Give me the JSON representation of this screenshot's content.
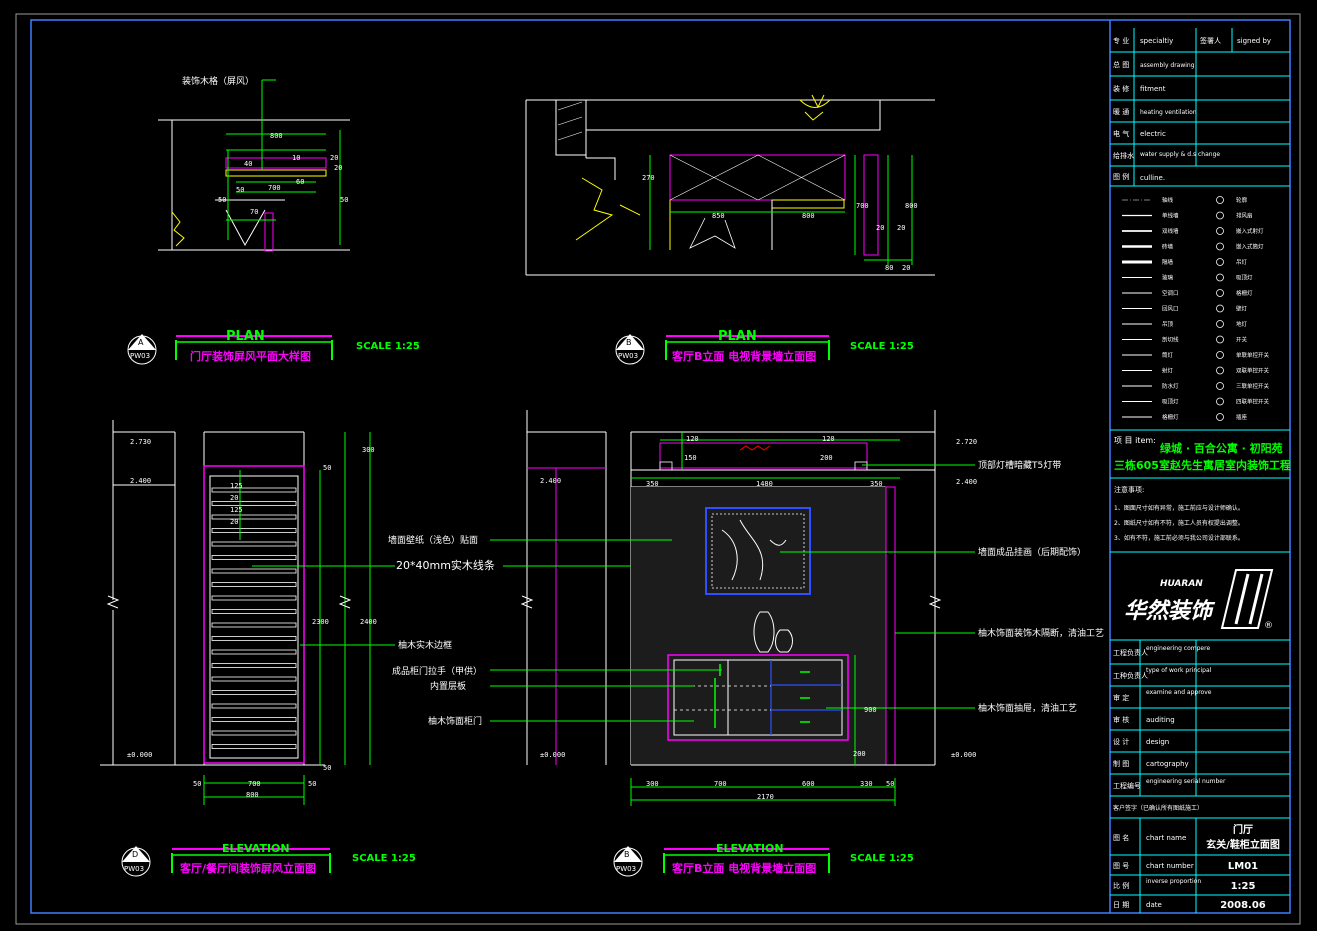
{
  "colors": {
    "frame": "#3d7fff",
    "cyan": "#00ffff",
    "green": "#00ff00",
    "yellow": "#ffff00",
    "magenta": "#ff00ff",
    "white": "#ffffff",
    "red": "#ff0000",
    "blue": "#3050ff",
    "gray": "#9a9a9a"
  },
  "views": {
    "a": {
      "letter": "A",
      "sheet": "PW03",
      "kind": "PLAN",
      "scale": "SCALE 1:25",
      "title": "门厅装饰屏风平面大样图",
      "callout": "装饰木格（屏风）",
      "dims": [
        "800",
        "10",
        "700",
        "40",
        "20",
        "50",
        "50",
        "20",
        "60",
        "70",
        "50"
      ]
    },
    "b1": {
      "letter": "B",
      "sheet": "PW03",
      "kind": "PLAN",
      "scale": "SCALE 1:25",
      "title": "客厅B立面 电视背景墙立面图",
      "dims": [
        "270",
        "850",
        "800",
        "700",
        "800",
        "20",
        "20",
        "80",
        "20"
      ]
    },
    "d": {
      "letter": "D",
      "sheet": "PW03",
      "kind": "ELEVATION",
      "scale": "SCALE 1:25",
      "title": "客厅/餐厅间装饰屏风立面图",
      "levels": [
        "2.730",
        "2.400",
        "±0.000"
      ],
      "dims": [
        "300",
        "50",
        "125",
        "20",
        "125",
        "20",
        "2300",
        "2400",
        "50",
        "50",
        "700",
        "50",
        "800"
      ]
    },
    "b2": {
      "letter": "B",
      "sheet": "PW03",
      "kind": "ELEVATION",
      "scale": "SCALE 1:25",
      "title": "客厅B立面 电视背景墙立面图",
      "levels": [
        "2.720",
        "2.400",
        "2.400",
        "±0.000",
        "±0.000"
      ],
      "top_dims": [
        "120",
        "120",
        "150",
        "200",
        "350",
        "1480",
        "350"
      ],
      "bottom_dims": [
        "300",
        "700",
        "600",
        "330",
        "50",
        "2170"
      ],
      "side_dims": [
        "900",
        "200"
      ],
      "notes_left": [
        "墙面壁纸（浅色）贴面",
        "20*40mm实木线条",
        "柚木实木边框",
        "成品柜门拉手（甲供）",
        "内置层板",
        "柚木饰面柜门"
      ],
      "notes_right": [
        "顶部灯槽暗藏T5灯带",
        "墙面成品挂画（后期配饰）",
        "柚木饰面装饰木隔断，清油工艺",
        "柚木饰面抽屉，清油工艺"
      ]
    }
  },
  "title_block": {
    "rows": [
      {
        "cn": "专 业",
        "en": "specialtiy",
        "cn2": "签署人",
        "en2": "signed by"
      },
      {
        "cn": "总 图",
        "en": "assembly drawing"
      },
      {
        "cn": "装 修",
        "en": "fitment"
      },
      {
        "cn": "暖 通",
        "en": "heating ventilation"
      },
      {
        "cn": "电 气",
        "en": "electric"
      },
      {
        "cn": "给排水",
        "en": "water supply & d.s change"
      }
    ],
    "legend_label_cn": "图 例",
    "legend_label_en": "culline.",
    "legend_left": [
      "轴线",
      "单线墙",
      "双线墙",
      "砖墙",
      "隔墙",
      "玻璃",
      "空调口",
      "回风口",
      "吊顶",
      "剖切线",
      "筒灯",
      "射灯",
      "防水灯",
      "吸顶灯",
      "格栅灯"
    ],
    "legend_right": [
      "轮廓",
      "排风扇",
      "嵌入式射灯",
      "嵌入式筒灯",
      "吊灯",
      "吸顶灯",
      "格栅灯",
      "壁灯",
      "地灯",
      "开关",
      "单联单控开关",
      "双联单控开关",
      "三联单控开关",
      "四联单控开关",
      "插座"
    ],
    "project_label": "项 目 item:",
    "project_line1": "绿城 · 百合公寓 · 初阳苑",
    "project_line2": "三栋605室赵先生寓居室内装饰工程",
    "notes_label": "注意事项:",
    "notes": [
      "1、图面尺寸如有异常，施工前应与设计师确认。",
      "2、图纸尺寸如有不符，施工人员有权提出调整。",
      "3、如有不符，施工前必须与我公司设计部联系。"
    ],
    "company_en": "HUARAN",
    "company_cn": "华然装饰",
    "company_mark": "®",
    "sign_rows": [
      {
        "cn": "工程负责人",
        "en": "engineering compere"
      },
      {
        "cn": "工种负责人",
        "en": "type of work principal"
      },
      {
        "cn": "审 定",
        "en": "examine and approve"
      },
      {
        "cn": "审 核",
        "en": "auditing"
      },
      {
        "cn": "设 计",
        "en": "design"
      },
      {
        "cn": "制 图",
        "en": "cartography"
      },
      {
        "cn": "工程编号",
        "en": "engineering serial number"
      }
    ],
    "client_label": "客户签字（已确认所有图纸施工）",
    "chart_name_cn": "图 名",
    "chart_name_en": "chart name",
    "chart_name_v1": "门厅",
    "chart_name_v2": "玄关/鞋柜立面图",
    "chart_number_cn": "图 号",
    "chart_number_en": "chart number",
    "chart_number_v": "LM01",
    "proportion_cn": "比 例",
    "proportion_en": "inverse proportion",
    "proportion_v": "1:25",
    "date_cn": "日 期",
    "date_en": "date",
    "date_v": "2008.06"
  }
}
